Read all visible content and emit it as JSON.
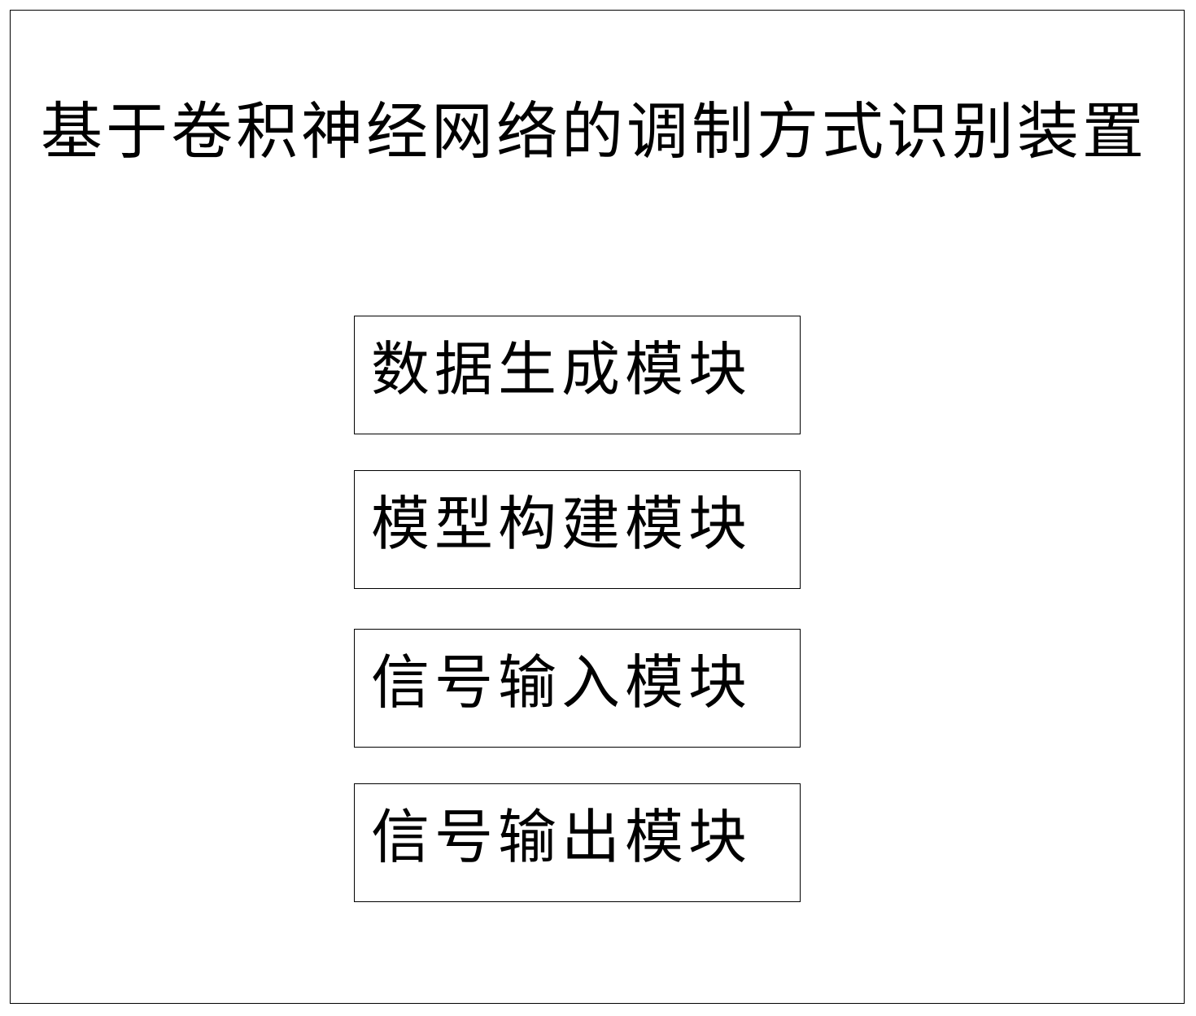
{
  "diagram": {
    "title": "基于卷积神经网络的调制方式识别装置",
    "modules": [
      {
        "label": "数据生成模块"
      },
      {
        "label": "模型构建模块"
      },
      {
        "label": "信号输入模块"
      },
      {
        "label": "信号输出模块"
      }
    ]
  }
}
